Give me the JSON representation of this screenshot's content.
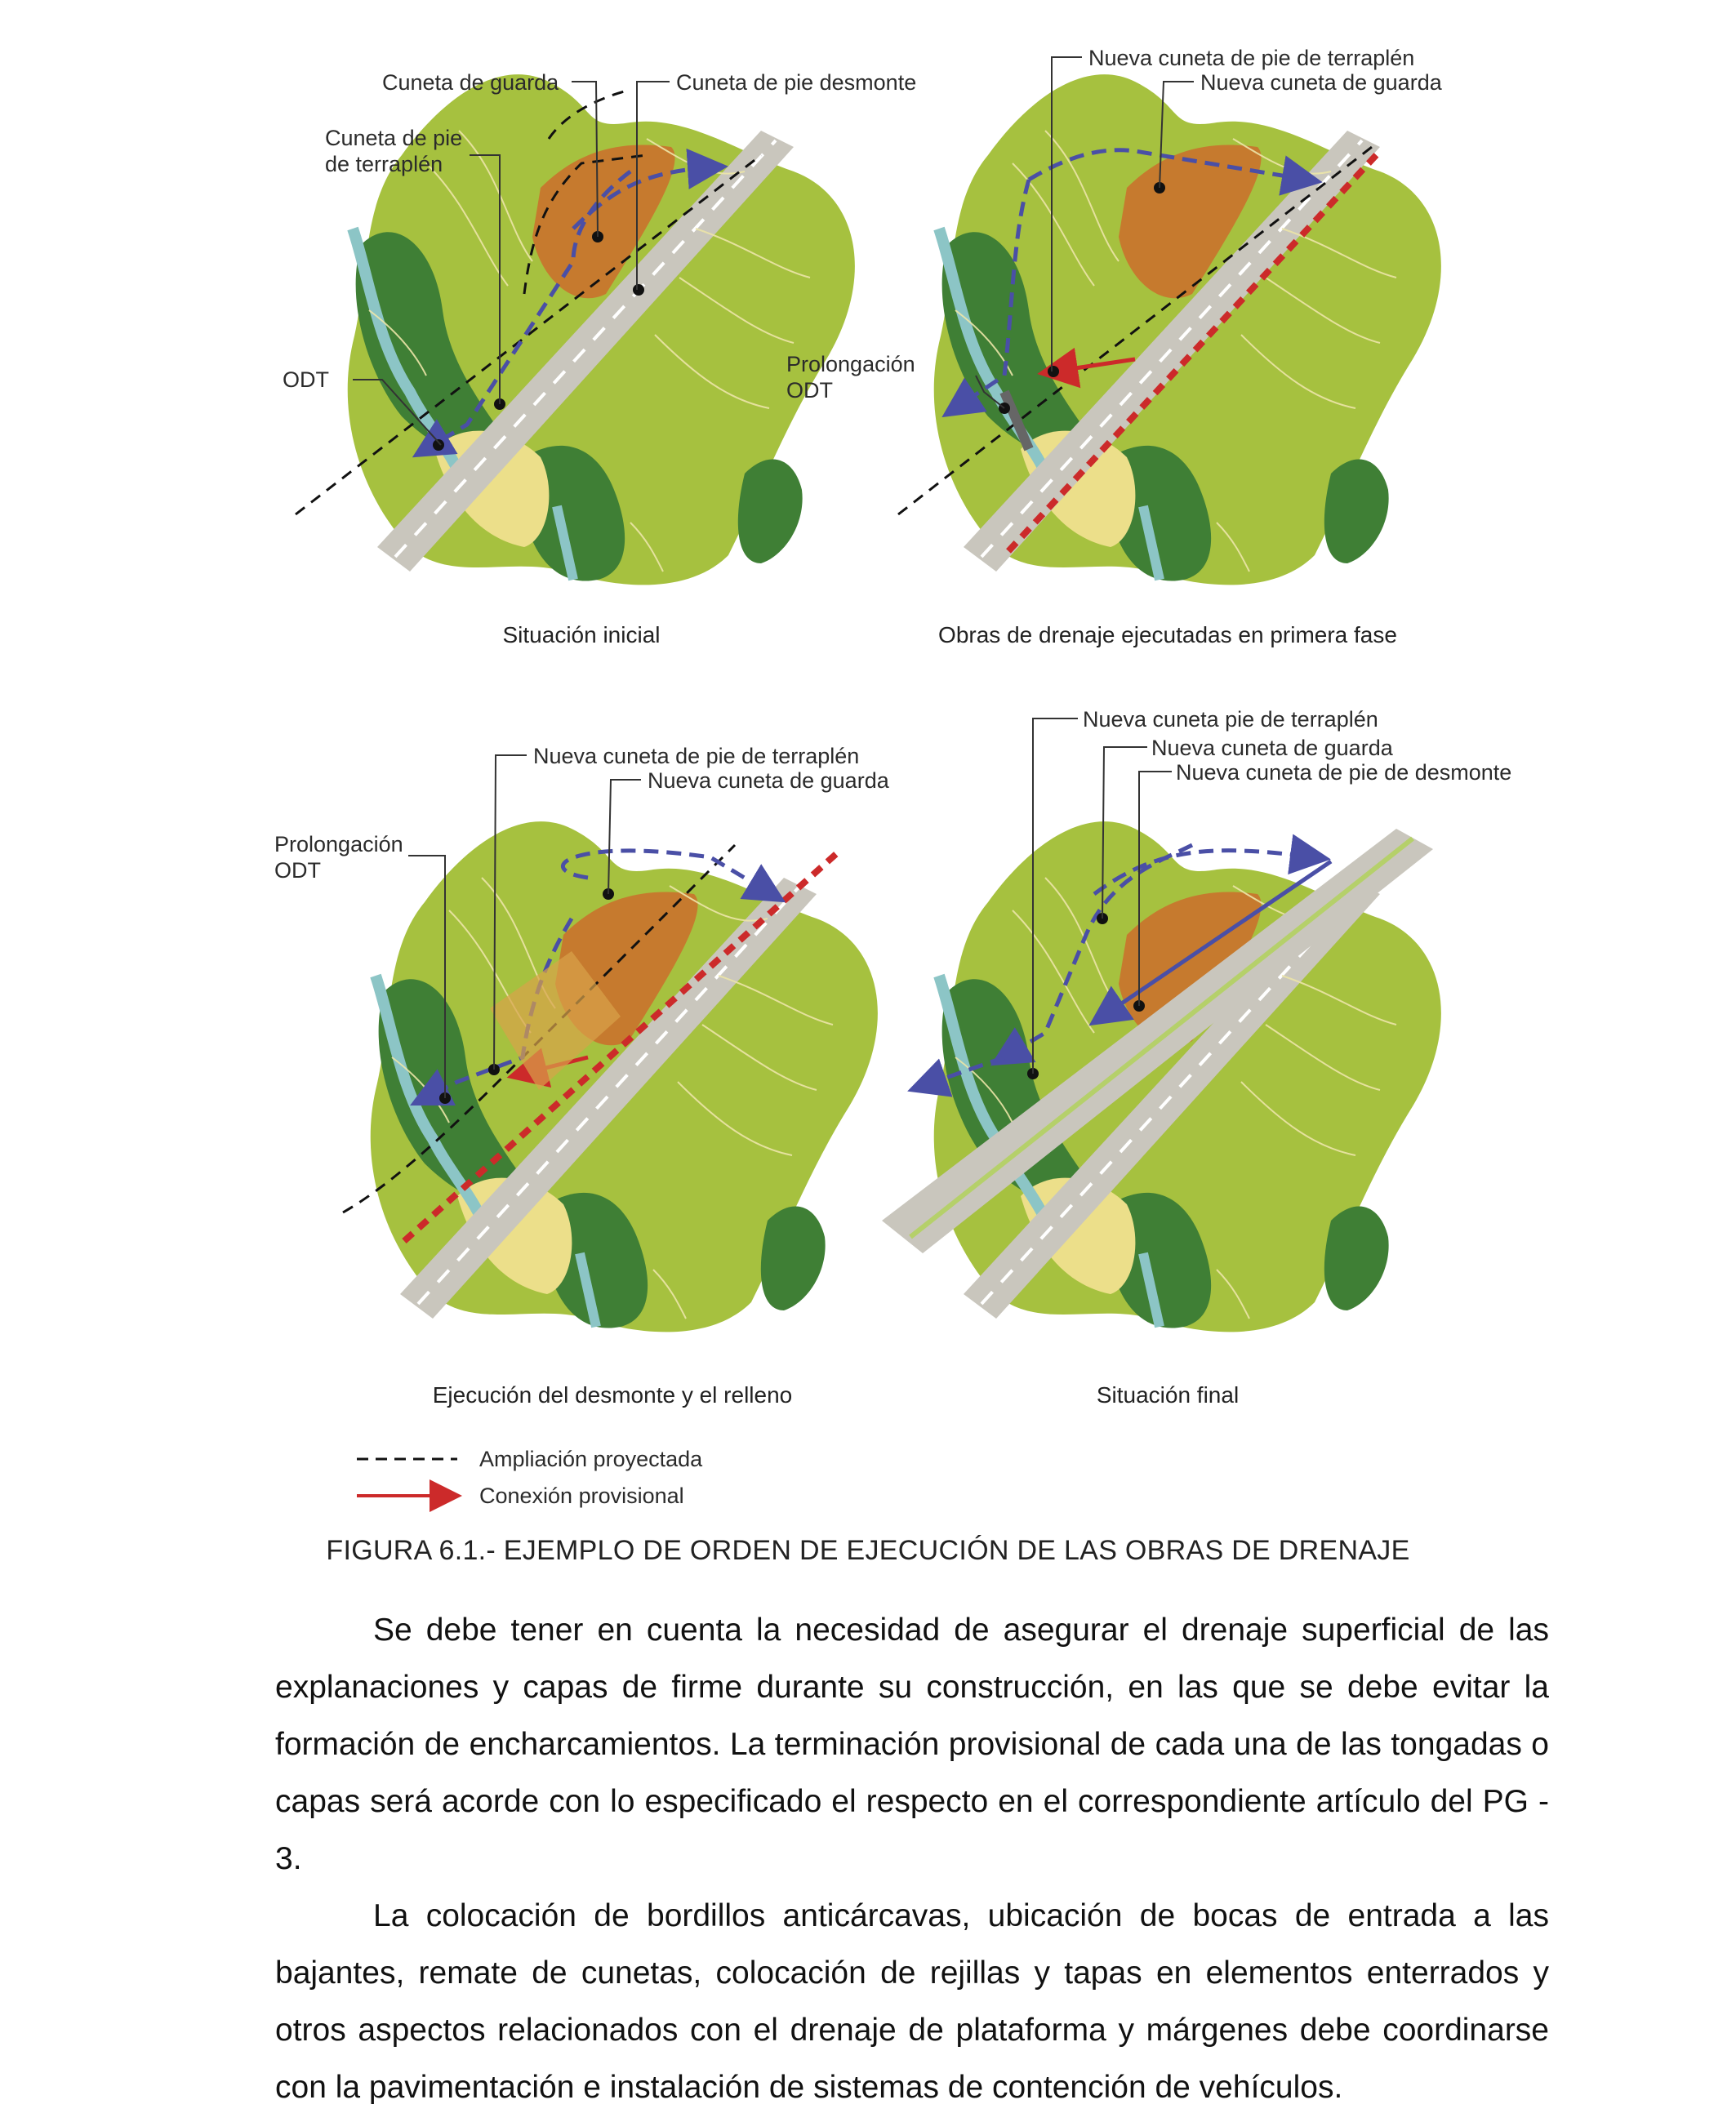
{
  "panels": [
    {
      "caption": "Situación inicial",
      "labels": [
        "Cuneta de guarda",
        "Cuneta de pie desmonte",
        "Cuneta de pie",
        "de terraplén",
        "ODT"
      ]
    },
    {
      "caption": "Obras de drenaje ejecutadas en primera fase",
      "labels": [
        "Nueva cuneta de pie de terraplén",
        "Nueva cuneta de guarda",
        "Prolongación",
        "ODT"
      ]
    },
    {
      "caption": "Ejecución del desmonte y el relleno",
      "labels": [
        "Nueva cuneta de pie de terraplén",
        "Nueva cuneta de guarda",
        "Prolongación",
        "ODT"
      ]
    },
    {
      "caption": "Situación final",
      "labels": [
        "Nueva cuneta pie de terraplén",
        "Nueva cuneta de guarda",
        "Nueva cuneta de pie de desmonte"
      ]
    }
  ],
  "legend": {
    "dashed": "Ampliación proyectada",
    "arrow": "Conexión provisional"
  },
  "figure_caption": "FIGURA 6.1.- EJEMPLO DE ORDEN DE EJECUCIÓN DE LAS OBRAS DE DRENAJE",
  "paragraphs": [
    "Se debe tener en cuenta la necesidad de asegurar el drenaje superficial de las explanaciones y capas de firme durante su construcción, en las que se debe evitar la formación de encharcamientos. La terminación provisional de cada una de las tongadas o capas será acorde con lo especificado el respecto en el correspondiente artículo del PG - 3.",
    "La colocación de bordillos anticárcavas, ubicación de bocas de entrada a las bajantes, remate de cunetas, colocación de rejillas y tapas en elementos enterrados y otros aspectos relacionados con el drenaje de plataforma y márgenes debe coordinarse con la pavimentación e instalación de sistemas de contención de vehículos."
  ],
  "colors": {
    "light_green": "#a6c13f",
    "dark_green": "#3f7f35",
    "orange": "#c67a2e",
    "yellow": "#ecdf8a",
    "road": "#c9c6bd",
    "water": "#8cc5c6",
    "ditch_arrow": "#4a4fa6",
    "provisional": "#cc2a2a"
  }
}
